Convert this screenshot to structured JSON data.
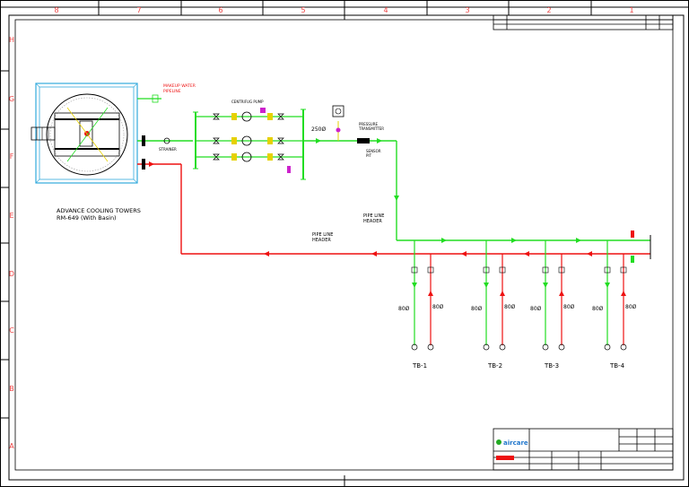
{
  "border": {
    "columns": [
      "8",
      "7",
      "6",
      "5",
      "4",
      "3",
      "2",
      "1"
    ],
    "rows": [
      "H",
      "G",
      "F",
      "E",
      "D",
      "C",
      "B",
      "A"
    ]
  },
  "cooling_tower": {
    "label_line1": "ADVANCE COOLING TOWERS",
    "label_line2": "RM-649 (With Basin)"
  },
  "labels": {
    "makeup_water": "MAKEUP WATER",
    "makeup_water2": "PIPELINE",
    "strainer": "STRAINER",
    "pump_label": "CENTRIFUG PUMP",
    "pressure_transmitter": "PRESSURE",
    "pressure_transmitter2": "TRANSMITTER",
    "pipe_size_main": "250Ø",
    "header_supply": "PIPE LINE",
    "header_supply2": "HEADER",
    "header_return": "PIPE LINE",
    "header_return2": "HEADER",
    "flow_meter": "SENSOR",
    "flow_meter2": "PIT"
  },
  "branches": [
    {
      "tag": "TB-1",
      "supply_size": "80Ø",
      "return_size": "80Ø"
    },
    {
      "tag": "TB-2",
      "supply_size": "80Ø",
      "return_size": "80Ø"
    },
    {
      "tag": "TB-3",
      "supply_size": "80Ø",
      "return_size": "80Ø"
    },
    {
      "tag": "TB-4",
      "supply_size": "80Ø",
      "return_size": "80Ø"
    }
  ],
  "title_block": {
    "logo": "aircare"
  },
  "colors": {
    "supply": "#22dd22",
    "return": "#ee1111",
    "frame": "#000000",
    "tower": "#33aadd",
    "accent": "#cc22cc",
    "yellow": "#e6d100"
  }
}
